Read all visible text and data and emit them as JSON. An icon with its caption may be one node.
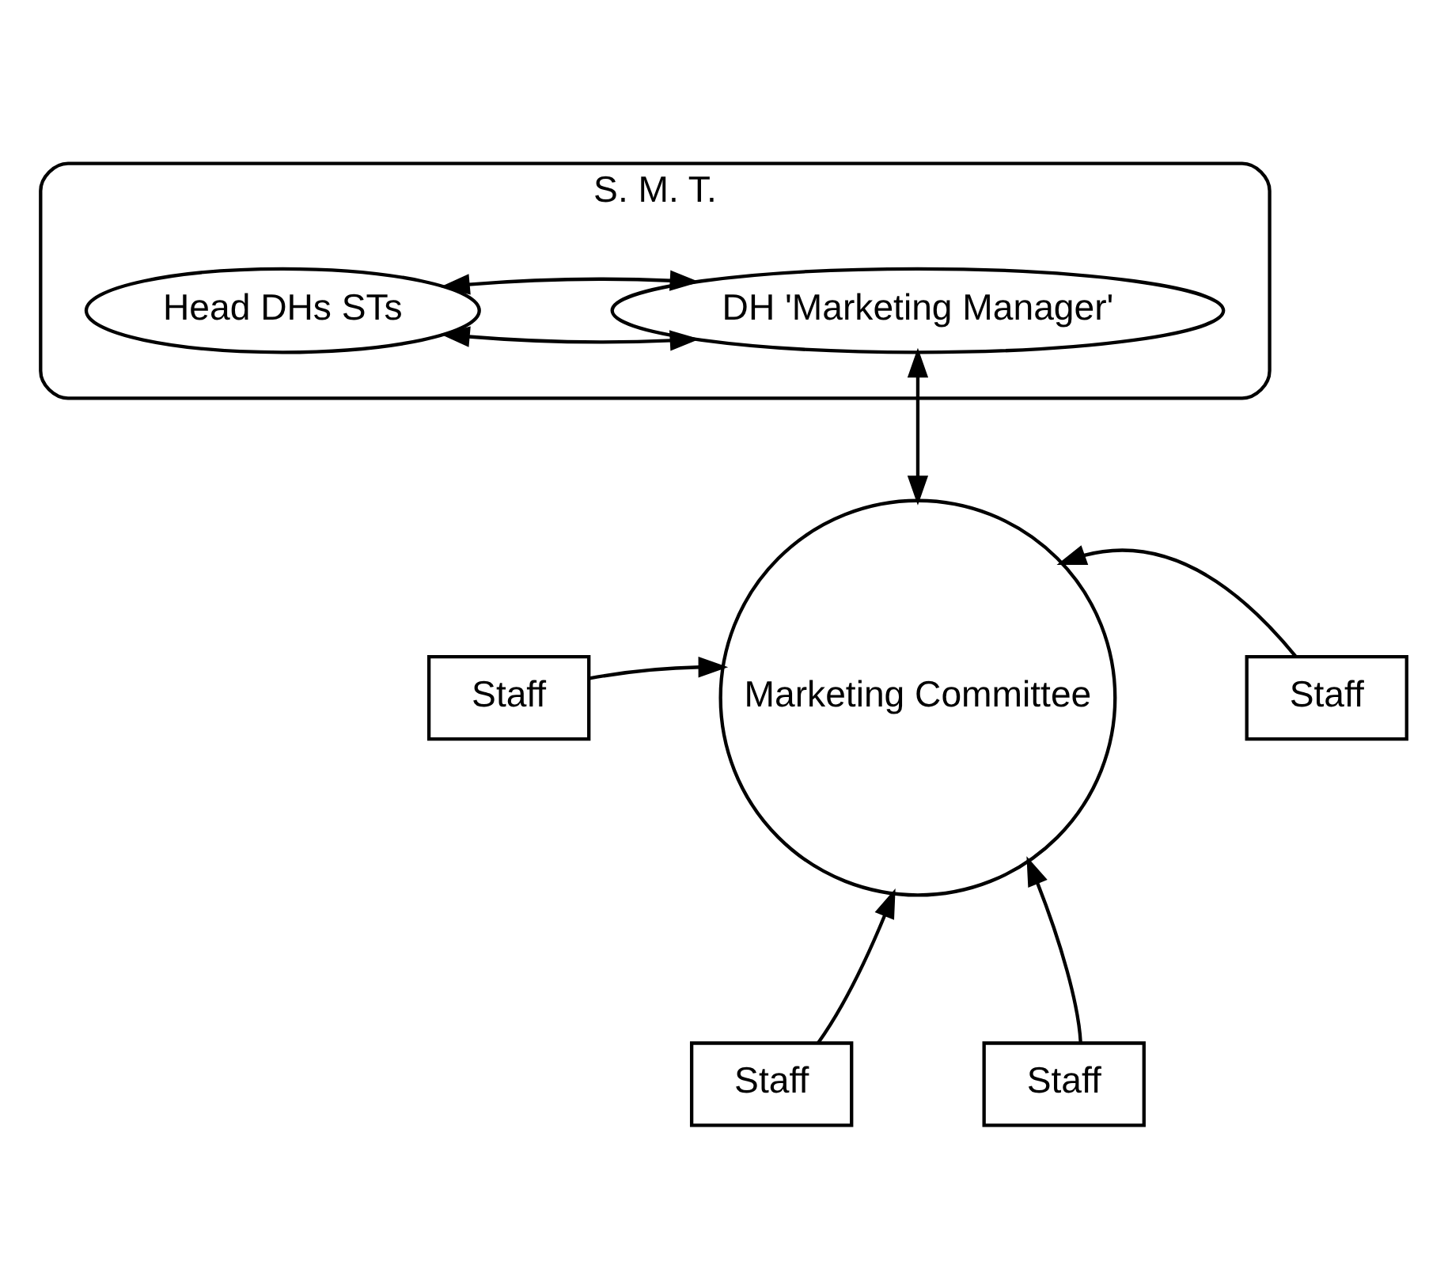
{
  "diagram": {
    "nodes": [
      {
        "text": [
          "S. M. T."
        ]
      },
      {
        "text": [
          "Head DHs STs"
        ],
        "in": 0
      },
      {
        "text": [
          "DH 'Marketing Manager'"
        ],
        "in": 0
      },
      {
        "text": [
          "Marketing Committee"
        ]
      },
      {
        "text": [
          "Staff"
        ]
      },
      {
        "text": [
          "Staff"
        ]
      },
      {
        "text": [
          "Staff"
        ]
      },
      {
        "text": [
          "Staff"
        ]
      }
    ],
    "edges": [
      {
        "from": 1,
        "to": 2,
        "arrow": "both"
      },
      {
        "from": 1,
        "to": 2,
        "arrow": "both"
      },
      {
        "from": 2,
        "to": 3,
        "arrow": "both"
      },
      {
        "from": 4,
        "to": 3,
        "arrow": "to"
      },
      {
        "from": 5,
        "to": 3,
        "arrow": "to"
      },
      {
        "from": 6,
        "to": 3,
        "arrow": "to"
      },
      {
        "from": 7,
        "to": 3,
        "arrow": "to"
      }
    ]
  }
}
